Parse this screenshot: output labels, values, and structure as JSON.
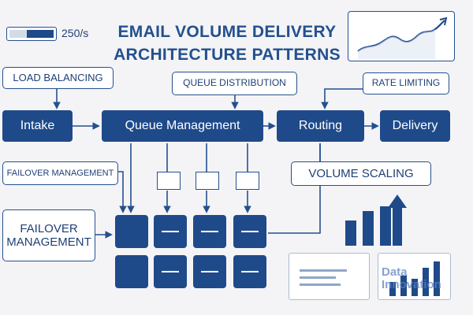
{
  "title": "EMAIL VOLUME DELIVERY\nARCHITECTURE PATTERNS",
  "gauge": {
    "label": "250/s",
    "fill_fraction": 0.6
  },
  "labels": {
    "load_balancing": "LOAD BALANCING",
    "queue_distribution": "QUEUE DISTRIBUTION",
    "rate_limiting": "RATE LIMITING",
    "failover_small": "FAILOVER MANAGEMENT",
    "failover_large": "FAILOVER\nMANAGEMENT",
    "volume_scaling": "VOLUME SCALING"
  },
  "stages": {
    "intake": "Intake",
    "queue_management": "Queue Management",
    "routing": "Routing",
    "delivery": "Delivery"
  },
  "scaling_chart": {
    "bars": [
      1,
      2,
      3,
      4
    ]
  },
  "watermark": "Data\nInnovation",
  "colors": {
    "primary": "#1f4a8a",
    "outline": "#24508f",
    "background": "#f4f4f6"
  }
}
